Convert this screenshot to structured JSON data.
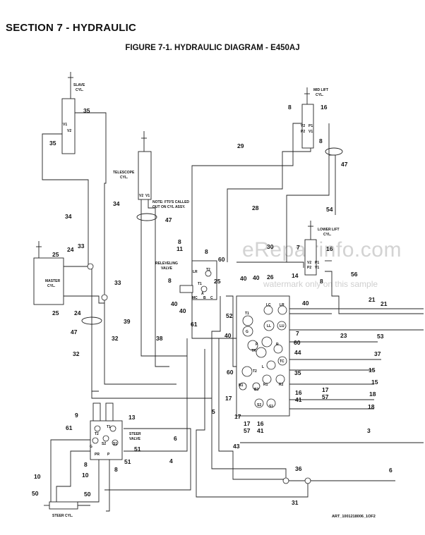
{
  "header": {
    "section": "SECTION 7 - HYDRAULIC",
    "figure": "FIGURE 7-1. HYDRAULIC DIAGRAM - E450AJ"
  },
  "footer": {
    "art_id": "ART_1001218006_1OF2"
  },
  "watermark": {
    "main": "eRepairinfo.com",
    "sub": "watermark only on this sample"
  },
  "components": {
    "slave_cyl": [
      "SLAVE",
      "CYL."
    ],
    "mid_lift_cyl": [
      "MID LIFT",
      "CYL."
    ],
    "telescope_cyl": [
      "TELESCOPE",
      "CYL."
    ],
    "note": [
      "NOTE: FT0'S CALLED",
      "OUT ON CYL ASSY."
    ],
    "lower_lift_cyl": [
      "LOWER LIFT",
      "CYL."
    ],
    "releveling_valve": [
      "RELEVELING",
      "VALVE"
    ],
    "master_cyl": [
      "MASTER",
      "CYL."
    ],
    "steer_valve": [
      "STEER",
      "VALVE"
    ],
    "steer_cyl": "STEER CYL."
  },
  "ports": {
    "slave": [
      "V1",
      "V2"
    ],
    "mid_lift": [
      "V2",
      "P1",
      "P2",
      "V1"
    ],
    "telescope": [
      "V2",
      "V1"
    ],
    "lower_lift": [
      "V2",
      "P1",
      "P2",
      "V1"
    ],
    "releveling": [
      "LR",
      "T2",
      "T1",
      "A",
      "MC",
      "B",
      "C"
    ],
    "main_valve": [
      "LC",
      "LR",
      "T1",
      "G",
      "LL",
      "LU",
      "P",
      "R",
      "TR",
      "L",
      "TC",
      "T2",
      "B1",
      "R1",
      "R2",
      "B2",
      "S2",
      "S1"
    ],
    "steer": [
      "T2",
      "T1",
      "G",
      "S2",
      "S1",
      "PR",
      "P"
    ]
  },
  "callouts": [
    {
      "id": "c35a",
      "t": "35"
    },
    {
      "id": "c35b",
      "t": "35"
    },
    {
      "id": "c8a",
      "t": "8"
    },
    {
      "id": "c16a",
      "t": "16"
    },
    {
      "id": "c8b",
      "t": "8"
    },
    {
      "id": "c47a",
      "t": "47"
    },
    {
      "id": "c29",
      "t": "29"
    },
    {
      "id": "c28",
      "t": "28"
    },
    {
      "id": "c54",
      "t": "54"
    },
    {
      "id": "c34a",
      "t": "34"
    },
    {
      "id": "c34b",
      "t": "34"
    },
    {
      "id": "c47b",
      "t": "47"
    },
    {
      "id": "c25a",
      "t": "25"
    },
    {
      "id": "c24a",
      "t": "24"
    },
    {
      "id": "c33a",
      "t": "33"
    },
    {
      "id": "c8c",
      "t": "8"
    },
    {
      "id": "c11",
      "t": "11"
    },
    {
      "id": "c8d",
      "t": "8"
    },
    {
      "id": "c60a",
      "t": "60"
    },
    {
      "id": "c30",
      "t": "30"
    },
    {
      "id": "c7a",
      "t": "7"
    },
    {
      "id": "c16b",
      "t": "16"
    },
    {
      "id": "c14",
      "t": "14"
    },
    {
      "id": "c8e",
      "t": "8"
    },
    {
      "id": "c56",
      "t": "56"
    },
    {
      "id": "c40a",
      "t": "40"
    },
    {
      "id": "c40b",
      "t": "40"
    },
    {
      "id": "c26",
      "t": "26"
    },
    {
      "id": "c8f",
      "t": "8"
    },
    {
      "id": "c25b",
      "t": "25"
    },
    {
      "id": "c33b",
      "t": "33"
    },
    {
      "id": "c40c",
      "t": "40"
    },
    {
      "id": "c40d",
      "t": "40"
    },
    {
      "id": "c40e",
      "t": "40"
    },
    {
      "id": "c21a",
      "t": "21"
    },
    {
      "id": "c21b",
      "t": "21"
    },
    {
      "id": "c25c",
      "t": "25"
    },
    {
      "id": "c24b",
      "t": "24"
    },
    {
      "id": "c52",
      "t": "52"
    },
    {
      "id": "c39",
      "t": "39"
    },
    {
      "id": "c61a",
      "t": "61"
    },
    {
      "id": "c7b",
      "t": "7"
    },
    {
      "id": "c23",
      "t": "23"
    },
    {
      "id": "c53",
      "t": "53"
    },
    {
      "id": "c47c",
      "t": "47"
    },
    {
      "id": "c40f",
      "t": "40"
    },
    {
      "id": "c60b",
      "t": "60"
    },
    {
      "id": "c38",
      "t": "38"
    },
    {
      "id": "c32a",
      "t": "32"
    },
    {
      "id": "c32b",
      "t": "32"
    },
    {
      "id": "c44",
      "t": "44"
    },
    {
      "id": "c37",
      "t": "37"
    },
    {
      "id": "c15a",
      "t": "15"
    },
    {
      "id": "c60c",
      "t": "60"
    },
    {
      "id": "c35c",
      "t": "35"
    },
    {
      "id": "c15b",
      "t": "15"
    },
    {
      "id": "c17a",
      "t": "17"
    },
    {
      "id": "c16c",
      "t": "16"
    },
    {
      "id": "c57a",
      "t": "57"
    },
    {
      "id": "c41a",
      "t": "41"
    },
    {
      "id": "c18a",
      "t": "18"
    },
    {
      "id": "c17b",
      "t": "17"
    },
    {
      "id": "c18b",
      "t": "18"
    },
    {
      "id": "c9",
      "t": "9"
    },
    {
      "id": "c13",
      "t": "13"
    },
    {
      "id": "c5",
      "t": "5"
    },
    {
      "id": "c17c",
      "t": "17"
    },
    {
      "id": "c17d",
      "t": "17"
    },
    {
      "id": "c16d",
      "t": "16"
    },
    {
      "id": "c57b",
      "t": "57"
    },
    {
      "id": "c41b",
      "t": "41"
    },
    {
      "id": "c61b",
      "t": "61"
    },
    {
      "id": "c6a",
      "t": "6"
    },
    {
      "id": "c51a",
      "t": "51"
    },
    {
      "id": "c43",
      "t": "43"
    },
    {
      "id": "c3",
      "t": "3"
    },
    {
      "id": "c4",
      "t": "4"
    },
    {
      "id": "c8g",
      "t": "8"
    },
    {
      "id": "c51b",
      "t": "51"
    },
    {
      "id": "c8h",
      "t": "8"
    },
    {
      "id": "c10a",
      "t": "10"
    },
    {
      "id": "c10b",
      "t": "10"
    },
    {
      "id": "c36",
      "t": "36"
    },
    {
      "id": "c6b",
      "t": "6"
    },
    {
      "id": "c50a",
      "t": "50"
    },
    {
      "id": "c50b",
      "t": "50"
    },
    {
      "id": "c31",
      "t": "31"
    }
  ]
}
